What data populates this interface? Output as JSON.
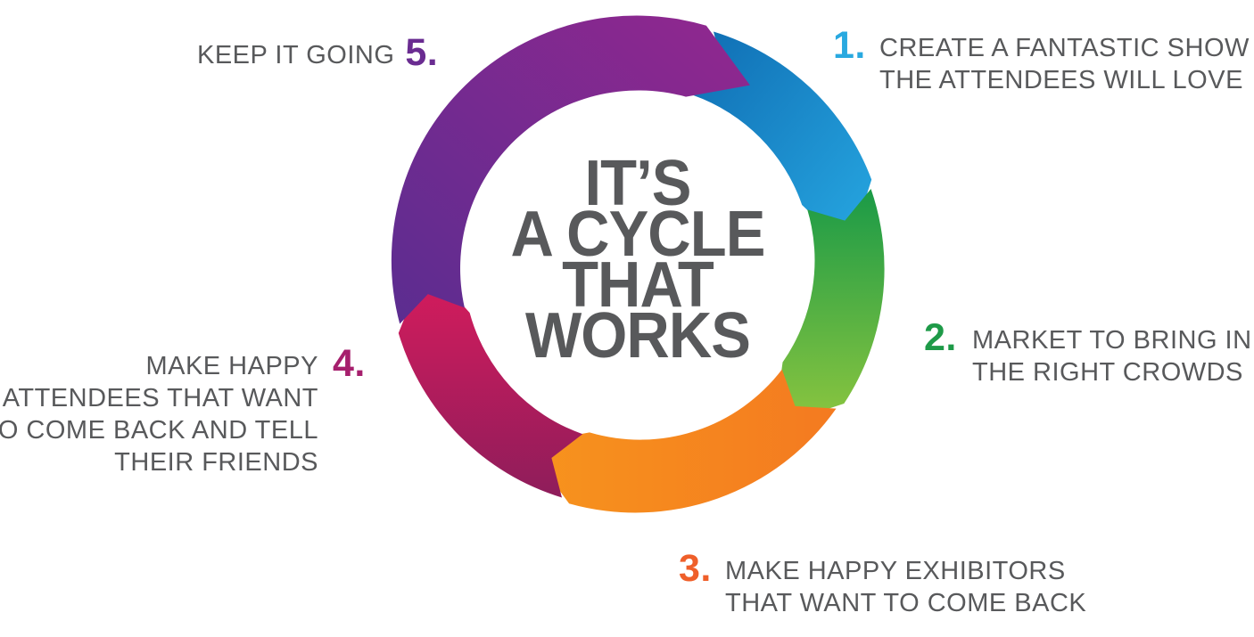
{
  "center": {
    "lines": [
      "IT’S",
      "A CYCLE",
      "THAT",
      "WORKS"
    ],
    "color": "#58595b"
  },
  "steps": [
    {
      "number": "1.",
      "lines": [
        "CREATE A FANTASTIC SHOW",
        "THE ATTENDEES WILL LOVE"
      ],
      "color": "#29a9e0"
    },
    {
      "number": "2.",
      "lines": [
        "MARKET TO BRING IN",
        "THE RIGHT CROWDS"
      ],
      "color": "#1e9a48"
    },
    {
      "number": "3.",
      "lines": [
        "MAKE HAPPY EXHIBITORS",
        "THAT WANT TO COME BACK"
      ],
      "color": "#ef5f2a"
    },
    {
      "number": "4.",
      "lines": [
        "MAKE HAPPY",
        "ATTENDEES THAT WANT",
        "TO COME BACK AND TELL",
        "THEIR FRIENDS"
      ],
      "color": "#a61f6d"
    },
    {
      "number": "5.",
      "lines": [
        "KEEP IT GOING"
      ],
      "color": "#6a2c91"
    }
  ],
  "arc_colors": [
    [
      "#0f6db3",
      "#27a8e2"
    ],
    [
      "#1a9a47",
      "#8dc63f"
    ],
    [
      "#f47a20",
      "#f7941d"
    ],
    [
      "#8e1d5b",
      "#d91b5c"
    ],
    [
      "#5b2d90",
      "#92278f"
    ]
  ]
}
